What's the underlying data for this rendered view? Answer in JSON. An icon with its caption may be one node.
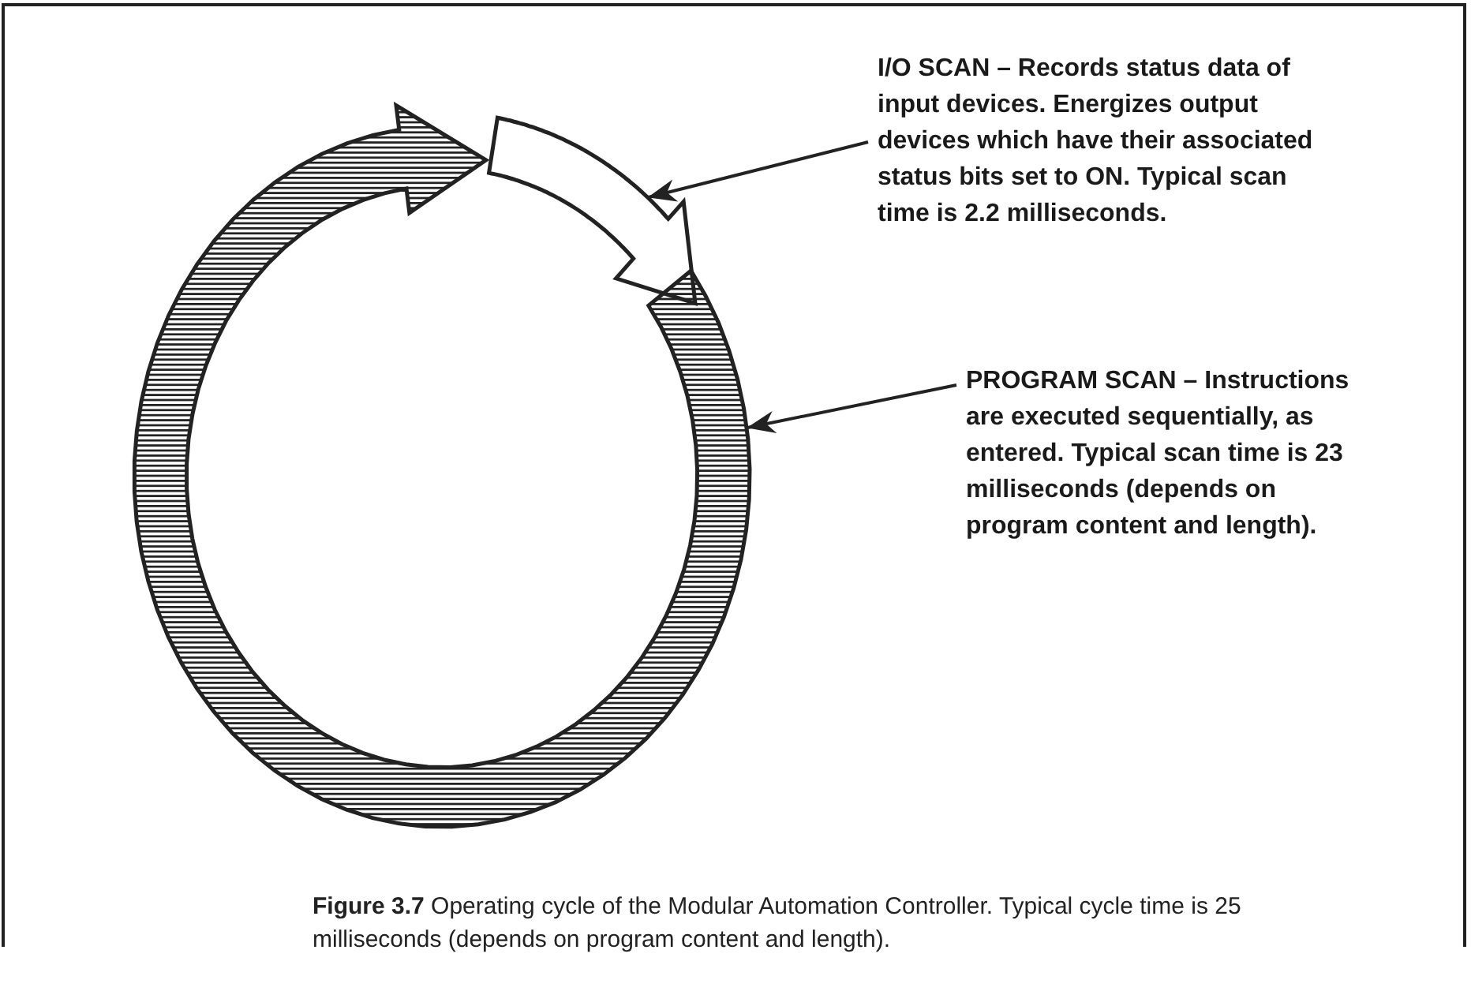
{
  "diagram": {
    "caption": "**Figure 3.7** Operating cycle of the Modular Automation Controller. Typical cycle time is 25 milliseconds (depends on program content and length).",
    "nodes": [
      {
        "text": [],
        "shape": "arrow"
      },
      {
        "text": [],
        "shape": "arrow"
      },
      {
        "text": [
          "I/O SCAN – Records status data of input devices. Energizes output devices which have their associated status bits set to ON. Typical scan time is 2.2 milliseconds."
        ]
      },
      {
        "text": [
          "PROGRAM SCAN – Instructions are executed sequentially, as entered. Typical scan time is 23 milliseconds (depends on program content and length)."
        ]
      }
    ],
    "edges": [
      {
        "from": 2,
        "to": 0,
        "arrow": "to"
      },
      {
        "from": 3,
        "to": 1,
        "arrow": "to"
      }
    ]
  }
}
